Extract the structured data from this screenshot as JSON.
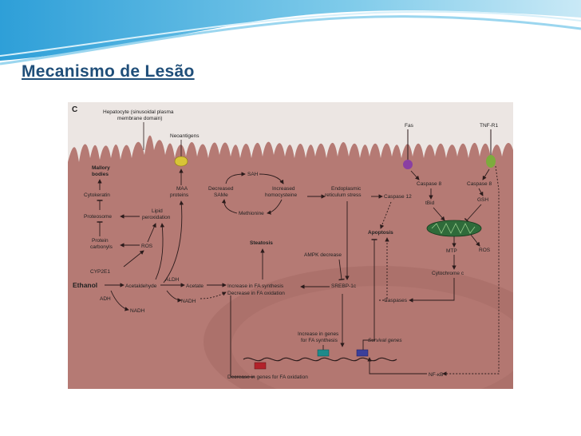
{
  "slide": {
    "title": "Mecanismo de Lesão"
  },
  "figure": {
    "panel_letter": "C",
    "labels": {
      "hepatocyte": [
        "Hepatocyte (sinusoidal plasma",
        "membrane domain)"
      ],
      "neoantigens": "Neoantigens",
      "fas": "Fas",
      "tnfr1": "TNF-R1",
      "mallory": [
        "Mallory",
        "bodies"
      ],
      "cytokeratin": "Cytokeratin",
      "maa": [
        "MAA",
        "proteins"
      ],
      "decreased_same": [
        "Decreased",
        "SAMe"
      ],
      "sah": "SAH",
      "increased_homocysteine": [
        "Increased",
        "homocysteine"
      ],
      "er_stress": [
        "Endoplasmic",
        "reticulum stress"
      ],
      "caspase12": "Caspase 12",
      "caspase8a": "Caspase 8",
      "caspase8b": "Caspase 8",
      "tbid": "tBid",
      "gsh": "GSH",
      "proteosome": "Proteosome",
      "lipid_peroxidation": [
        "Lipid",
        "peroxidation"
      ],
      "methionine": "Methionine",
      "protein_carbonyls": [
        "Protein",
        "carbonyls"
      ],
      "ros_left": "ROS",
      "steatosis": "Steatosis",
      "apoptosis": "Apoptosis",
      "mtp": "MTP",
      "ros_right": "ROS",
      "ampk": "AMPK decrease",
      "cyp2e1": "CYP2E1",
      "aldh": "ALDH",
      "ethanol": "Ethanol",
      "acetaldehyde": "Acetaldehyde",
      "acetate": "Acetate",
      "increase_fa_synthesis": "Increase in FA synthesis",
      "decrease_fa_oxidation": "Decrease in FA oxidation",
      "srebp": "SREBP-1c",
      "cytochrome": "Cytochrome c",
      "adh": "ADH",
      "nadh_a": "NADH",
      "nadh_b": "NADH",
      "caspases": "Caspases",
      "increase_genes": [
        "Increase in genes",
        "for FA synthesis"
      ],
      "survival_genes": "Survival genes",
      "nfkb": "NF-κB",
      "decrease_genes": "Decrease in genes for FA oxidation"
    }
  },
  "colors": {
    "title": "#1f4e79",
    "cell_background": "#b57a74",
    "cell_light": "#c99892",
    "border_bg": "#ffffff",
    "mitochondrion": "#2f6b3a",
    "receptor_purple": "#8a3fa2",
    "receptor_green": "#7dab3d",
    "neoantigen_yellow": "#d8c437",
    "gene_teal": "#1e8a8a",
    "gene_red": "#b2222a",
    "gene_blue": "#3b3f9a"
  }
}
